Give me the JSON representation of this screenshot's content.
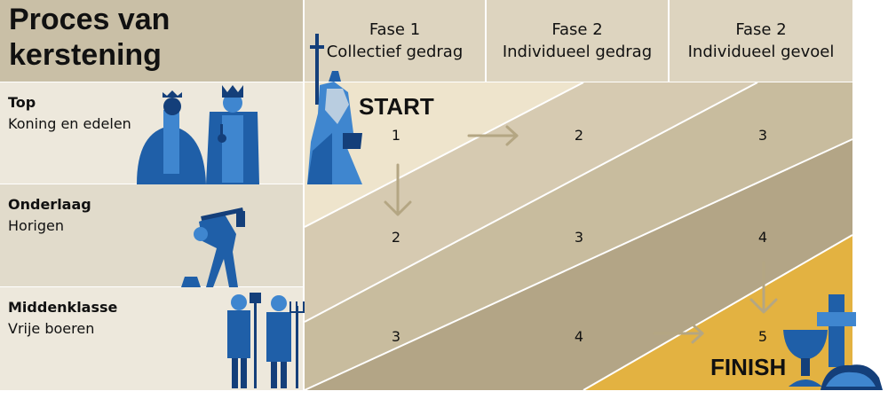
{
  "title_line1": "Proces van",
  "title_line2": "kerstening",
  "columns": [
    {
      "phase": "Fase 1",
      "label": "Collectief gedrag"
    },
    {
      "phase": "Fase 2",
      "label": "Individueel gedrag"
    },
    {
      "phase": "Fase 2",
      "label": "Individueel gevoel"
    }
  ],
  "rows": [
    {
      "title": "Top",
      "subtitle": "Koning en edelen",
      "cells": [
        "1",
        "2",
        "3"
      ]
    },
    {
      "title": "Onderlaag",
      "subtitle": "Horigen",
      "cells": [
        "2",
        "3",
        "4"
      ]
    },
    {
      "title": "Middenklasse",
      "subtitle": "Vrije boeren",
      "cells": [
        "3",
        "4",
        "5"
      ]
    }
  ],
  "start_label": "START",
  "finish_label": "FINISH",
  "colors": {
    "blue": "#1f5fa8",
    "light_blue": "#3f86cf",
    "dark_blue": "#143f7a",
    "finish_gold": "#e3b241",
    "arrow": "#b4a683"
  }
}
